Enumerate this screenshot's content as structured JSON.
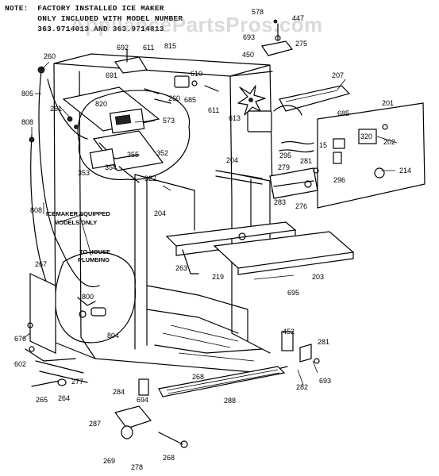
{
  "note": {
    "line1": "NOTE:  FACTORY INSTALLED ICE MAKER",
    "line2": "       ONLY INCLUDED WITH MODEL NUMBER",
    "line3": "       363.9714013 AND 363.9714813"
  },
  "watermark": "AppliancePartsPros.com",
  "callouts": {
    "icemaker_equipped": "ICEMAKER EQUIPPED",
    "models_only": "MODELS ONLY",
    "to_house": "TO HOUSE",
    "plumbing": "PLUMBING"
  },
  "parts": {
    "p260a": "260",
    "p805": "805",
    "p261": "261",
    "p820": "820",
    "p808a": "808",
    "p573": "573",
    "p355": "355",
    "p352": "352",
    "p353": "353",
    "p354": "354",
    "p322": "322",
    "p808b": "808",
    "p692": "692",
    "p611a": "611",
    "p815": "815",
    "p691": "691",
    "p610": "610",
    "p260b": "260",
    "p685a": "685",
    "p611b": "611",
    "p613": "613",
    "p578": "578",
    "p447": "447",
    "p693a": "693",
    "p275": "275",
    "p450": "450",
    "p207": "207",
    "p201": "201",
    "p685b": "685",
    "p320": "320",
    "p202": "202",
    "p15": "15",
    "p295": "295",
    "p281a": "281",
    "p279": "279",
    "p204a": "204",
    "p283": "283",
    "p276": "276",
    "p296": "296",
    "p214": "214",
    "p204b": "204",
    "p267": "267",
    "p263": "263",
    "p219": "219",
    "p203": "203",
    "p695": "695",
    "p800": "800",
    "p804": "804",
    "p676": "676",
    "p602": "602",
    "p277": "277",
    "p452": "452",
    "p281b": "281",
    "p268a": "268",
    "p282": "282",
    "p693b": "693",
    "p284": "284",
    "p694": "694",
    "p288": "288",
    "p265": "265",
    "p264": "264",
    "p287": "287",
    "p269": "269",
    "p278": "278",
    "p268b": "268"
  }
}
